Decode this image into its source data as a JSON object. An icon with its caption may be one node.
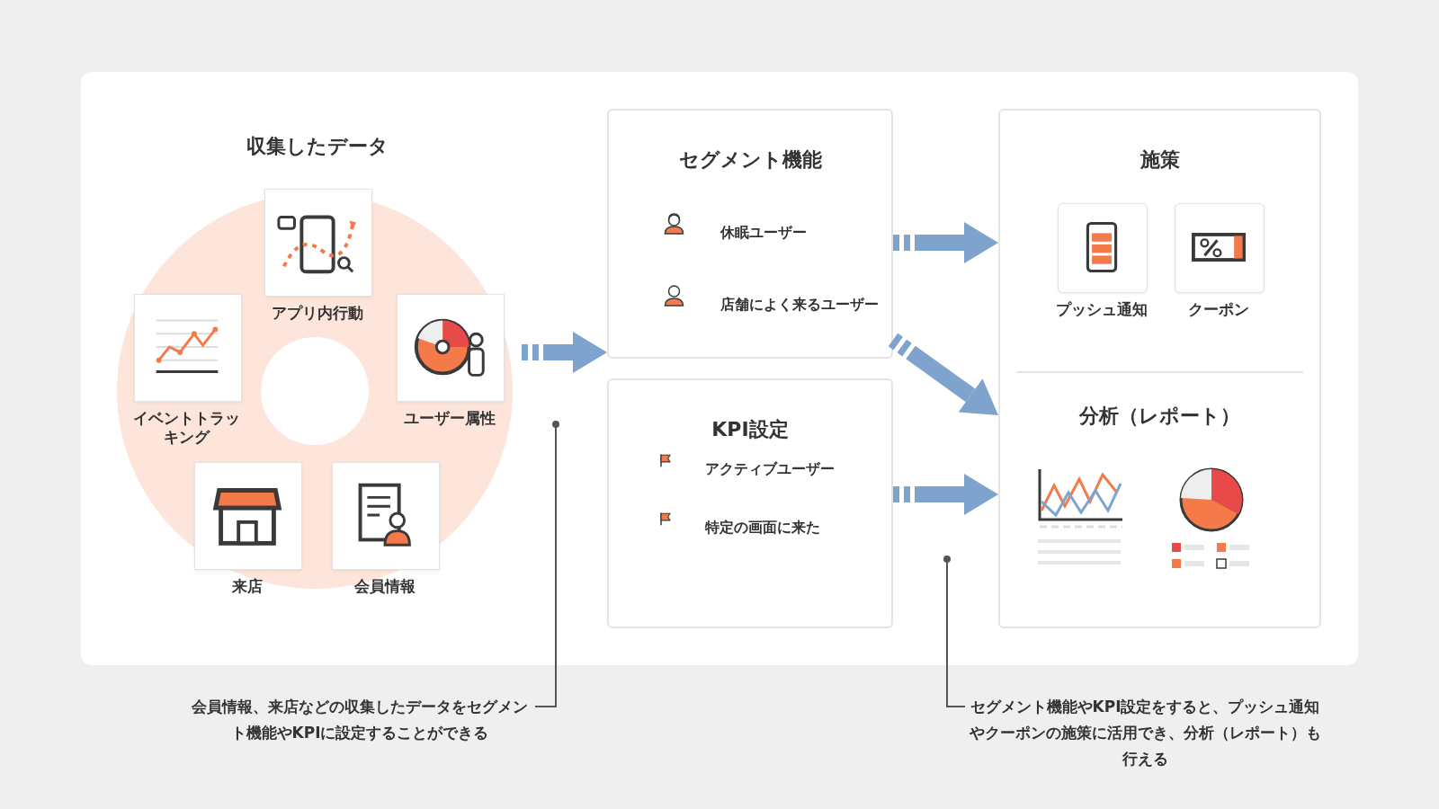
{
  "diagram": {
    "nodes": [
      {
        "text": [
          "収集したデータ"
        ]
      },
      {
        "text": [
          "アプリ内行動"
        ],
        "in": 0
      },
      {
        "text": [
          "イベントトラッキング"
        ],
        "in": 0
      },
      {
        "text": [
          "ユーザー属性"
        ],
        "in": 0
      },
      {
        "text": [
          "来店"
        ],
        "in": 0
      },
      {
        "text": [
          "会員情報"
        ],
        "in": 0
      },
      {
        "text": [
          "セグメント機能"
        ]
      },
      {
        "text": [
          "休眠ユーザー"
        ],
        "in": 6
      },
      {
        "text": [
          "店舗によく来るユーザー"
        ],
        "in": 6
      },
      {
        "text": [
          "KPI設定"
        ]
      },
      {
        "text": [
          "アクティブユーザー"
        ],
        "in": 9
      },
      {
        "text": [
          "特定の画面に来た"
        ],
        "in": 9
      },
      {
        "text": [
          "施策",
          "分析（レポート）"
        ]
      },
      {
        "text": [
          "プッシュ通知"
        ],
        "in": 12
      },
      {
        "text": [
          "クーポン"
        ],
        "in": 12
      },
      {
        "text": [
          "会員情報、来店などの収集したデータをセグメント機能やKPIに設定することができる"
        ]
      },
      {
        "text": [
          "セグメント機能やKPI設定をすると、プッシュ通知やクーポンの施策に活用でき、分析（レポート）も行える"
        ]
      }
    ],
    "edges": [
      {
        "from": 0,
        "to": 6,
        "arrow": "to"
      },
      {
        "from": 6,
        "to": 12,
        "arrow": "to"
      },
      {
        "from": 6,
        "to": 12,
        "arrow": "to"
      },
      {
        "from": 9,
        "to": 12,
        "arrow": "to"
      },
      {
        "from": 15,
        "to": null,
        "arrow": "other",
        "color": "#555555"
      },
      {
        "from": 16,
        "to": null,
        "arrow": "other",
        "color": "#555555"
      }
    ]
  }
}
